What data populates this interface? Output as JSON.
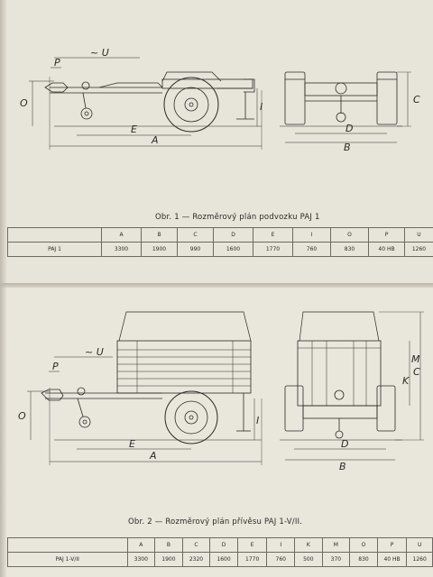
{
  "figure1": {
    "caption": "Obr. 1 — Rozměrový plán podvozku PAJ 1",
    "labels": {
      "U": "~ U",
      "P": "P",
      "O": "O",
      "E": "E",
      "A": "A",
      "I": "I",
      "D": "D",
      "B": "B",
      "C": "C"
    },
    "table": {
      "headers": [
        "",
        "A",
        "B",
        "C",
        "D",
        "E",
        "I",
        "O",
        "P",
        "U"
      ],
      "rows": [
        [
          "PAJ 1",
          "3300",
          "1900",
          "990",
          "1600",
          "1770",
          "760",
          "830",
          "40 HB",
          "1260"
        ]
      ]
    }
  },
  "figure2": {
    "caption": "Obr. 2 — Rozměrový plán přívěsu PAJ 1-V/II.",
    "labels": {
      "U": "~ U",
      "P": "P",
      "O": "O",
      "E": "E",
      "A": "A",
      "I": "I",
      "D": "D",
      "B": "B",
      "C": "C",
      "K": "K",
      "M": "M"
    },
    "table": {
      "headers": [
        "",
        "A",
        "B",
        "C",
        "D",
        "E",
        "I",
        "K",
        "M",
        "O",
        "P",
        "U"
      ],
      "rows": [
        [
          "PAJ 1-V/II",
          "3300",
          "1900",
          "2320",
          "1600",
          "1770",
          "760",
          "500",
          "370",
          "830",
          "40 HB",
          "1260"
        ]
      ]
    }
  }
}
